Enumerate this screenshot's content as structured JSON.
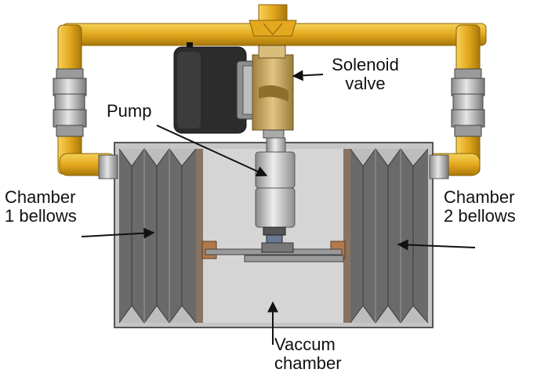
{
  "labels": {
    "pump": "Pump",
    "solenoid_line1": "Solenoid",
    "solenoid_line2": "valve",
    "chamber1_line1": "Chamber",
    "chamber1_line2": "1 bellows",
    "chamber2_line1": "Chamber",
    "chamber2_line2": "2 bellows",
    "vacuum_line1": "Vaccum",
    "vacuum_line2": "chamber"
  },
  "colors": {
    "pipe": "#e3a81e",
    "pipe_dark": "#b07d08",
    "box": "#c9c9c9",
    "box_edge": "#555555",
    "bellows": "#6e6e6e",
    "inner": "#d6d6d6",
    "brass": "#c9a65a",
    "motor": "#2a2a2a"
  }
}
